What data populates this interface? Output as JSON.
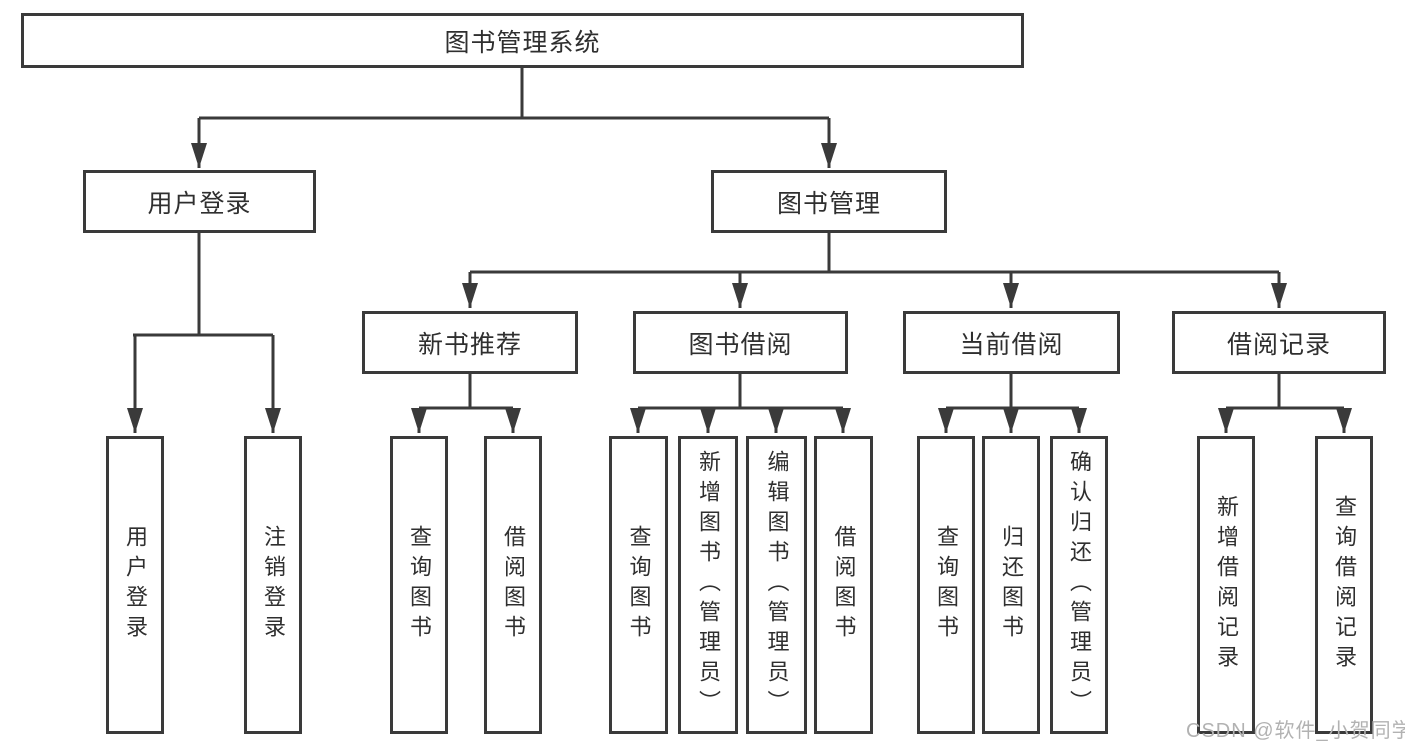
{
  "diagram": {
    "root": {
      "label": "图书管理系统"
    },
    "branches": [
      {
        "label": "用户登录",
        "children": [
          {
            "label": "用户登录"
          },
          {
            "label": "注销登录"
          }
        ]
      },
      {
        "label": "图书管理",
        "children": [
          {
            "label": "新书推荐",
            "children": [
              {
                "label": "查询图书"
              },
              {
                "label": "借阅图书"
              }
            ]
          },
          {
            "label": "图书借阅",
            "children": [
              {
                "label": "查询图书"
              },
              {
                "label": "新增图书（管理员）"
              },
              {
                "label": "编辑图书（管理员）"
              },
              {
                "label": "借阅图书"
              }
            ]
          },
          {
            "label": "当前借阅",
            "children": [
              {
                "label": "查询图书"
              },
              {
                "label": "归还图书"
              },
              {
                "label": "确认归还（管理员）"
              }
            ]
          },
          {
            "label": "借阅记录",
            "children": [
              {
                "label": "新增借阅记录"
              },
              {
                "label": "查询借阅记录"
              }
            ]
          }
        ]
      }
    ]
  },
  "watermark": {
    "text": "CSDN @软件_小贺同学"
  },
  "colors": {
    "line": "#3a3a3a",
    "box_border": "#3a3a3a",
    "text": "#2f2f2f",
    "watermark": "#b2b2b2",
    "background": "#ffffff"
  }
}
